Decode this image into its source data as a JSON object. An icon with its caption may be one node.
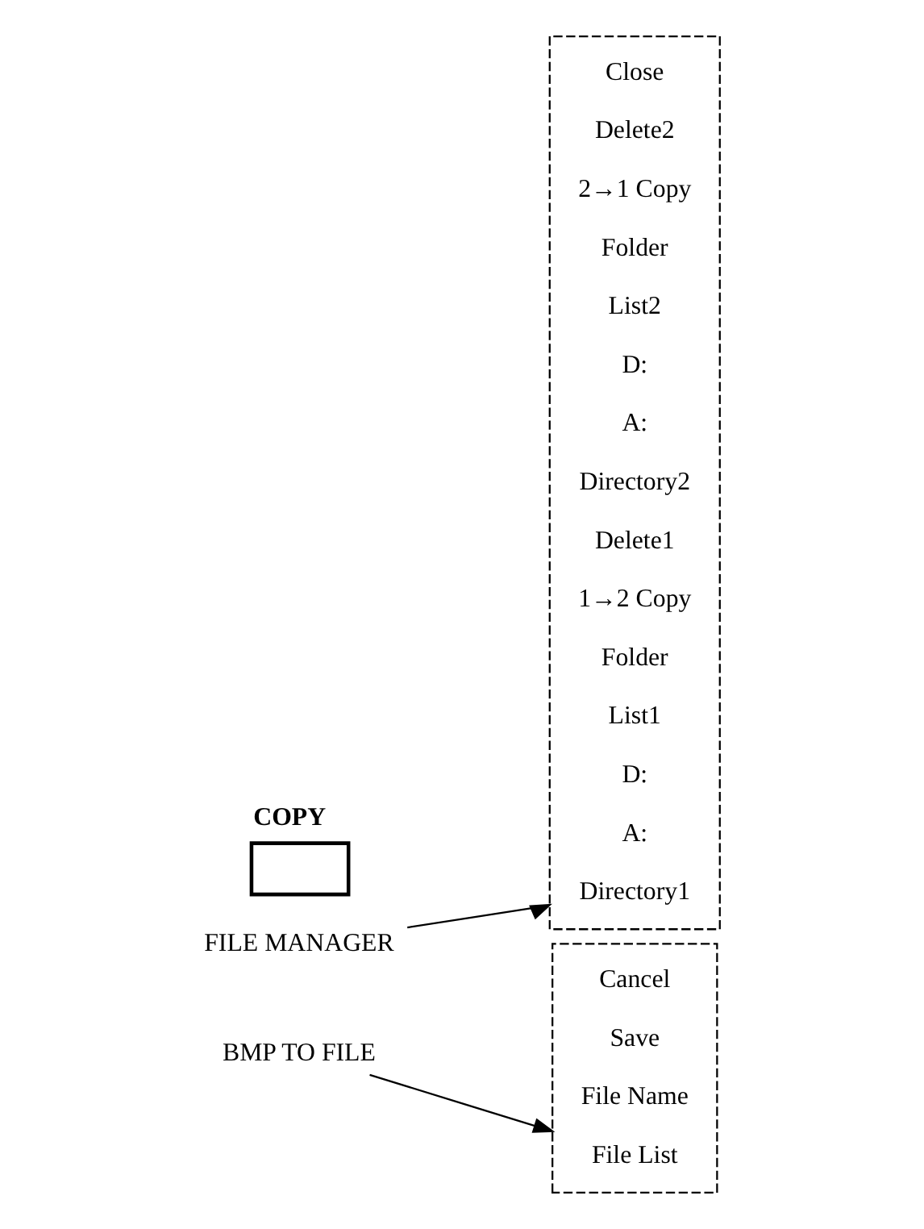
{
  "diagram": {
    "nodes": [
      {
        "text": [
          "COPY"
        ]
      },
      {
        "text": [
          "FILE MANAGER"
        ]
      },
      {
        "text": [
          "BMP TO FILE"
        ]
      },
      {
        "text": [],
        "shape": "box"
      },
      {
        "text": [
          "Directory1"
        ],
        "in": 3
      },
      {
        "text": [
          "A:"
        ],
        "in": 3
      },
      {
        "text": [
          "D:"
        ],
        "in": 3
      },
      {
        "text": [
          "List1"
        ],
        "in": 3
      },
      {
        "text": [
          "Folder"
        ],
        "in": 3
      },
      {
        "text": [
          "1→2 Copy"
        ],
        "in": 3
      },
      {
        "text": [
          "Delete1"
        ],
        "in": 3
      },
      {
        "text": [
          "Directory2"
        ],
        "in": 3
      },
      {
        "text": [
          "A:"
        ],
        "in": 3
      },
      {
        "text": [
          "D:"
        ],
        "in": 3
      },
      {
        "text": [
          "List2"
        ],
        "in": 3
      },
      {
        "text": [
          "Folder"
        ],
        "in": 3
      },
      {
        "text": [
          "2→1 Copy"
        ],
        "in": 3
      },
      {
        "text": [
          "Delete2"
        ],
        "in": 3
      },
      {
        "text": [
          "Close"
        ],
        "in": 3
      },
      {
        "text": [],
        "shape": "box"
      },
      {
        "text": [
          "File List"
        ],
        "in": 19
      },
      {
        "text": [
          "File Name"
        ],
        "in": 19
      },
      {
        "text": [
          "Save"
        ],
        "in": 19
      },
      {
        "text": [
          "Cancel"
        ],
        "in": 19
      }
    ],
    "edges": [
      {
        "from": 1,
        "to": 3,
        "arrow": "to"
      },
      {
        "from": 2,
        "to": 19,
        "arrow": "to"
      }
    ]
  }
}
